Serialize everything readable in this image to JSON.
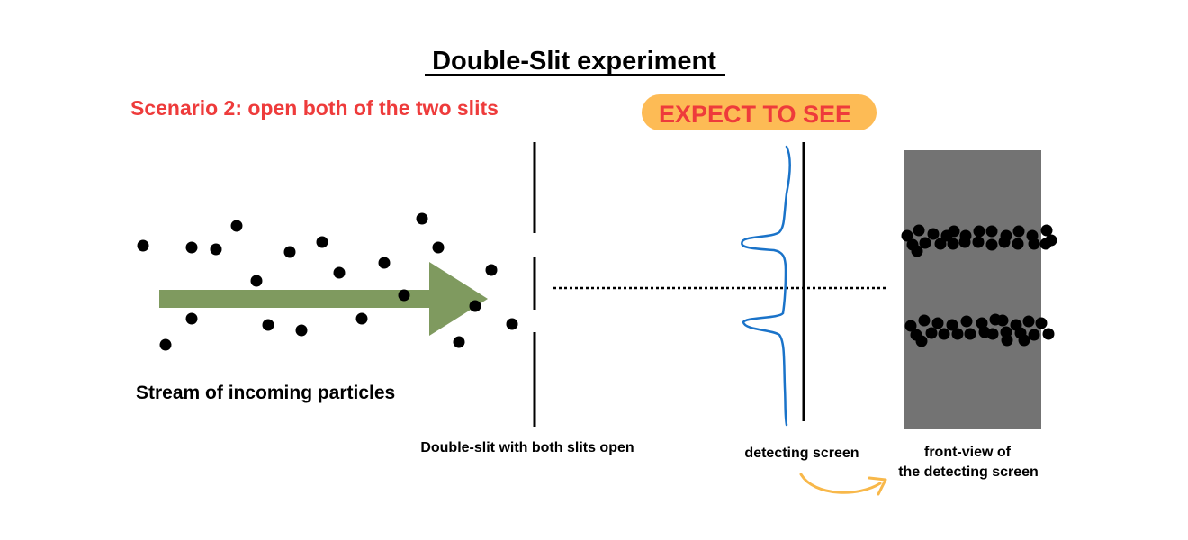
{
  "title": "Double-Slit experiment",
  "scenario": "Scenario 2: open both of the two slits",
  "expect_badge": "EXPECT TO SEE",
  "labels": {
    "stream": "Stream of incoming particles",
    "double_slit": "Double-slit with both slits open",
    "detecting_screen": "detecting screen",
    "front_view_line1": "front-view of",
    "front_view_line2": "the detecting screen"
  },
  "colors": {
    "scenario_text": "#ee3b3b",
    "badge_fill": "#fdbb55",
    "badge_text": "#ee3b3b",
    "arrow": "#7f9a5f",
    "intensity_curve": "#1a73c9",
    "front_view_panel": "#737373",
    "curved_arrow": "#f8b84a",
    "particle": "#000000"
  },
  "icons": {
    "incoming_arrow": "right-arrow",
    "curved_arrow": "curved-arrow-right"
  }
}
